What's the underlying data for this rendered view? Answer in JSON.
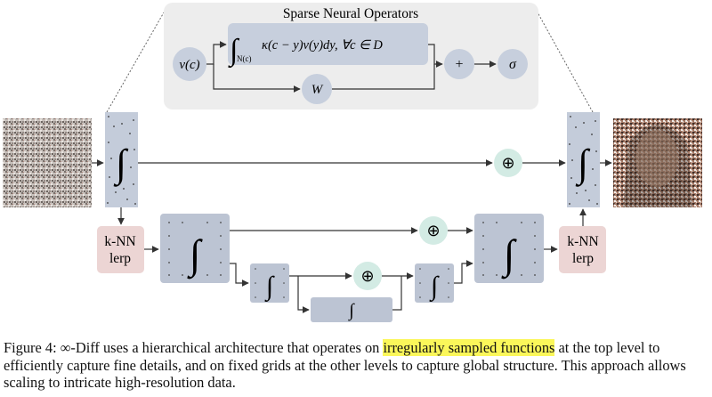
{
  "operator_panel": {
    "title": "Sparse Neural Operators",
    "input_node": "v(c)",
    "integral_body": "κ(c − y)v(y)dy, ∀c ∈ D",
    "integral_subscript": "N(c)",
    "weight_node": "W",
    "sum_node": "+",
    "activation_node": "σ"
  },
  "blocks": {
    "knn_left": [
      "k-NN",
      "lerp"
    ],
    "knn_right": [
      "k-NN",
      "lerp"
    ],
    "integral_symbol": "∫",
    "add_symbol": "⊕"
  },
  "caption": {
    "part1": "Figure 4: ∞-Diff uses a hierarchical architecture that operates on ",
    "highlight": "irregularly sampled functions",
    "part2": " at the top level to efficiently capture fine details, and on fixed grids at the other levels to capture global structure. This approach allows scaling to intricate high-resolution data."
  },
  "colors": {
    "sparse_block": "#c4ccda",
    "grid_block": "#bcc4d3",
    "knn_block": "#ecd5d4",
    "add_node": "#d3ebe4",
    "panel_bg": "#ededed",
    "op_node": "#c7cfdd",
    "highlight": "#fbf75a"
  }
}
